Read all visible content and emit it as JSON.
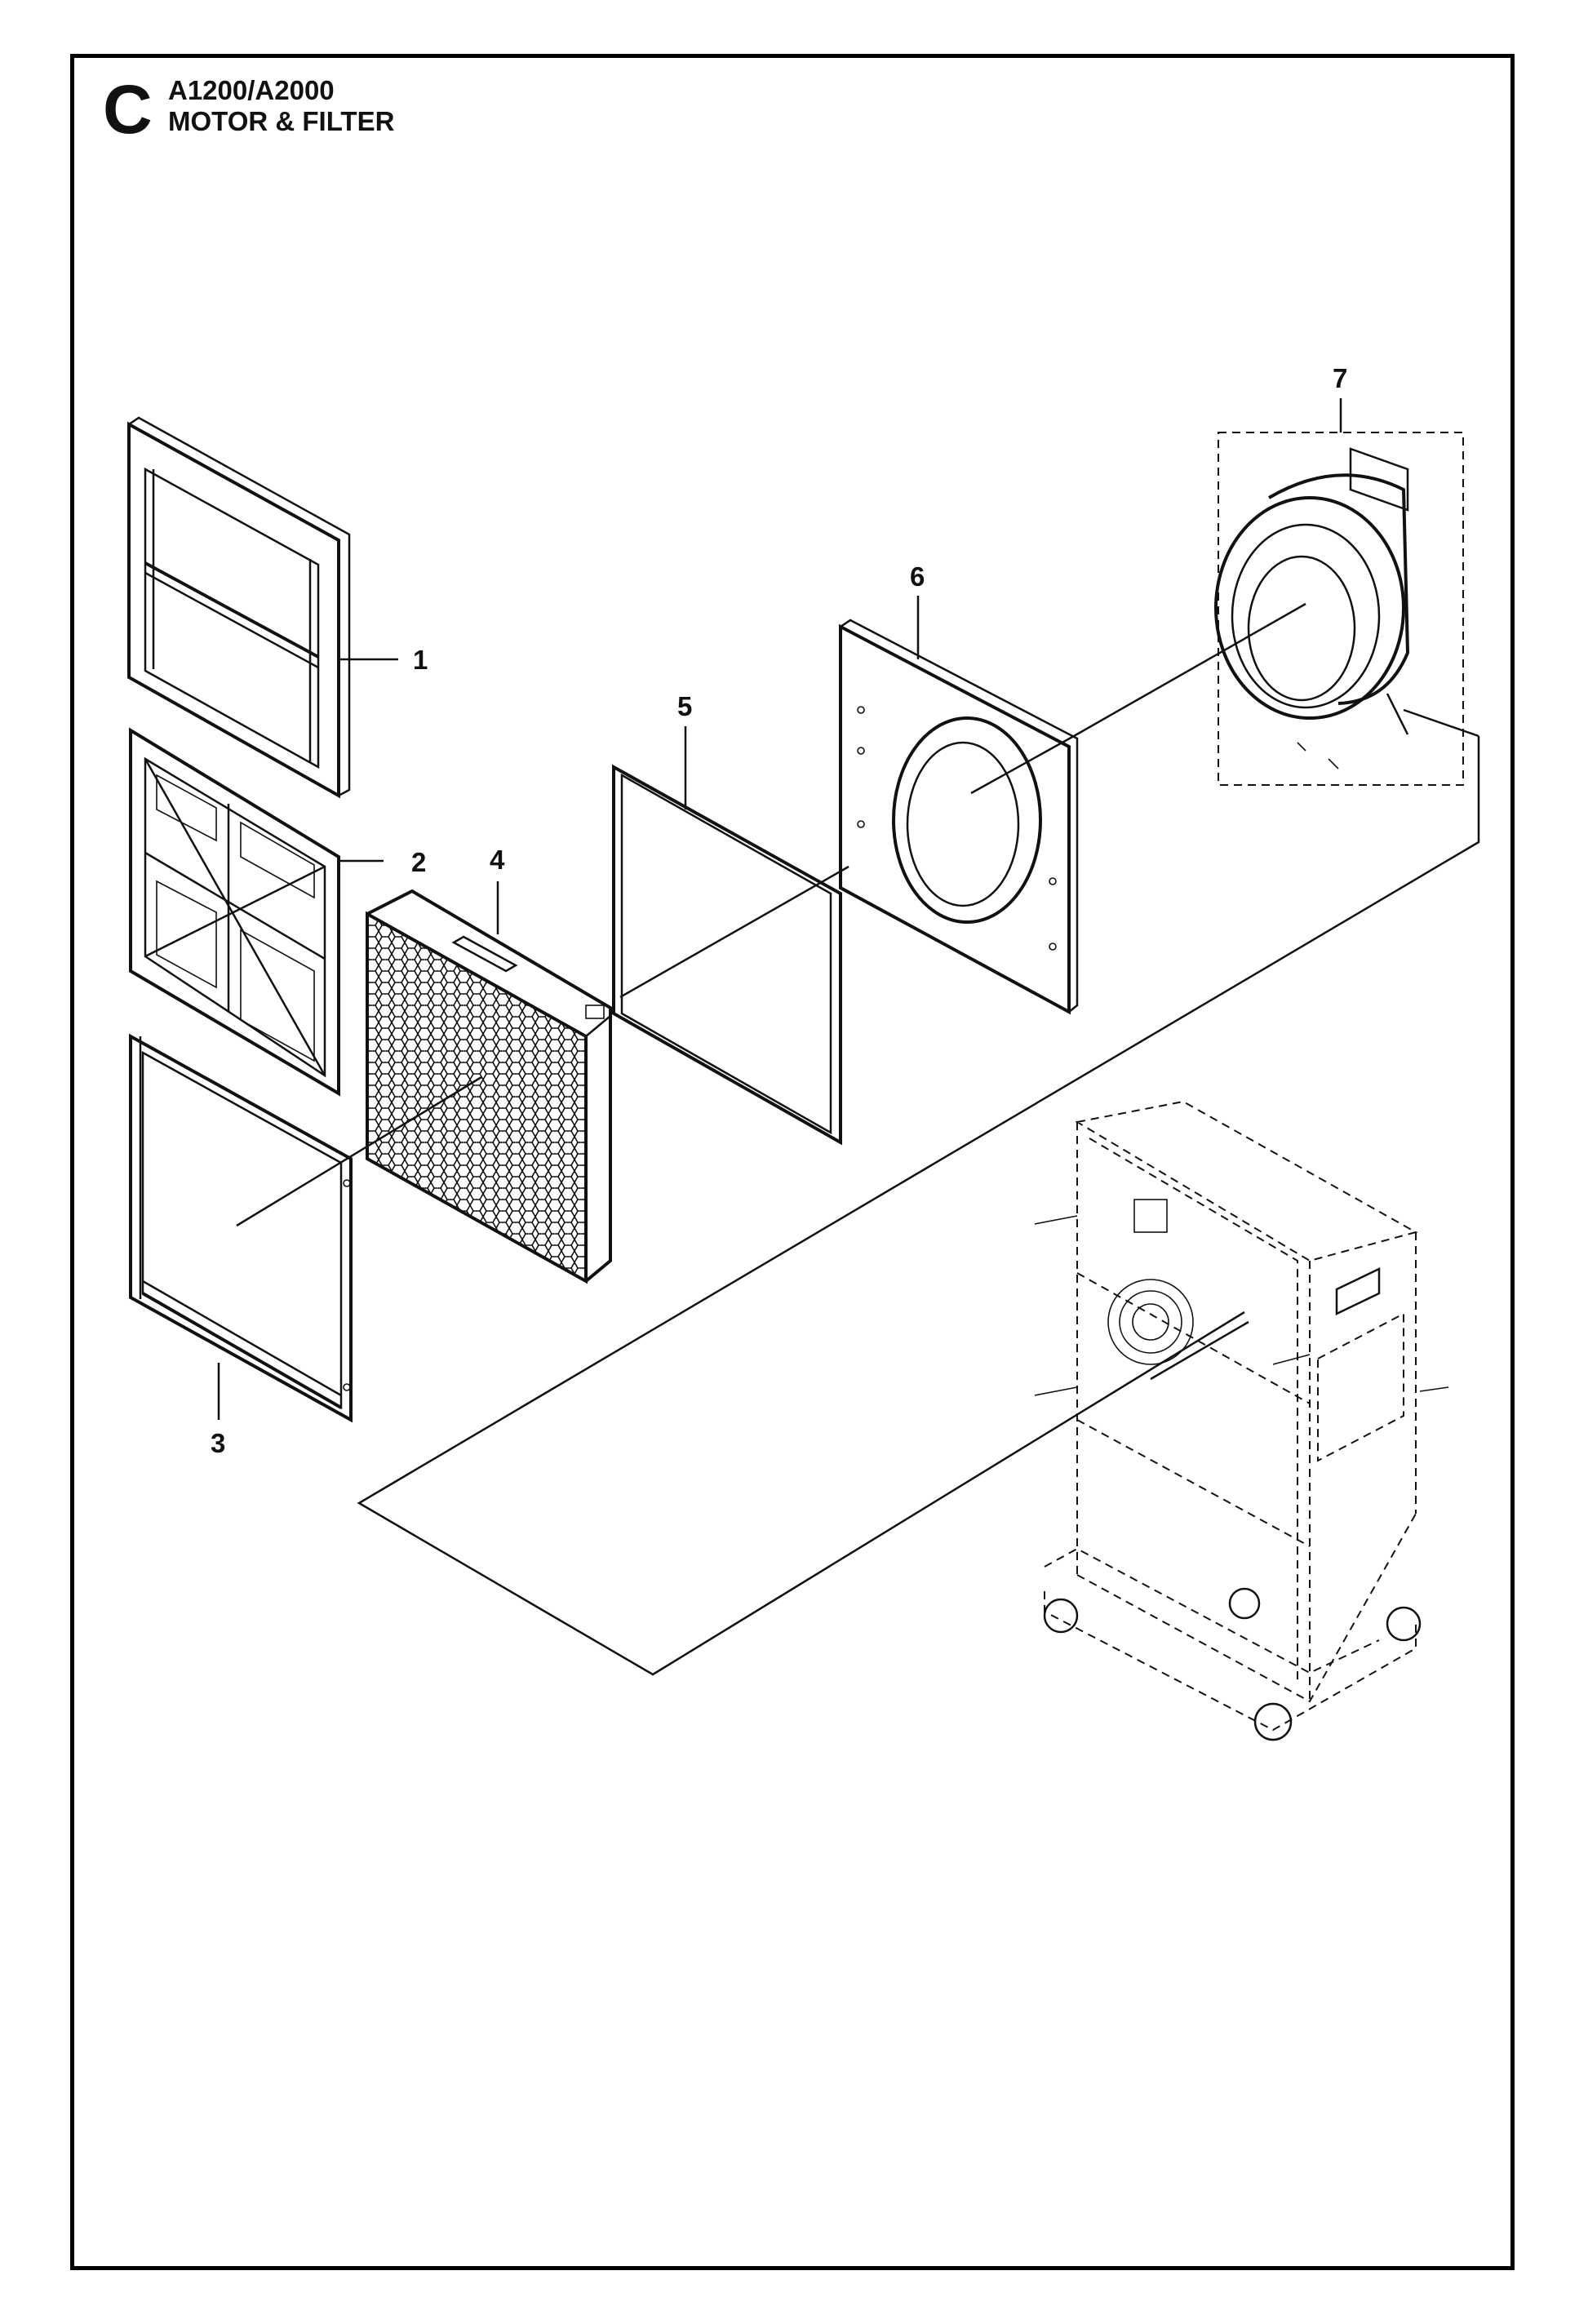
{
  "header": {
    "section_letter": "C",
    "model": "A1200/A2000",
    "section_title": "MOTOR & FILTER"
  },
  "callouts": [
    "1",
    "2",
    "3",
    "4",
    "5",
    "6",
    "7"
  ]
}
